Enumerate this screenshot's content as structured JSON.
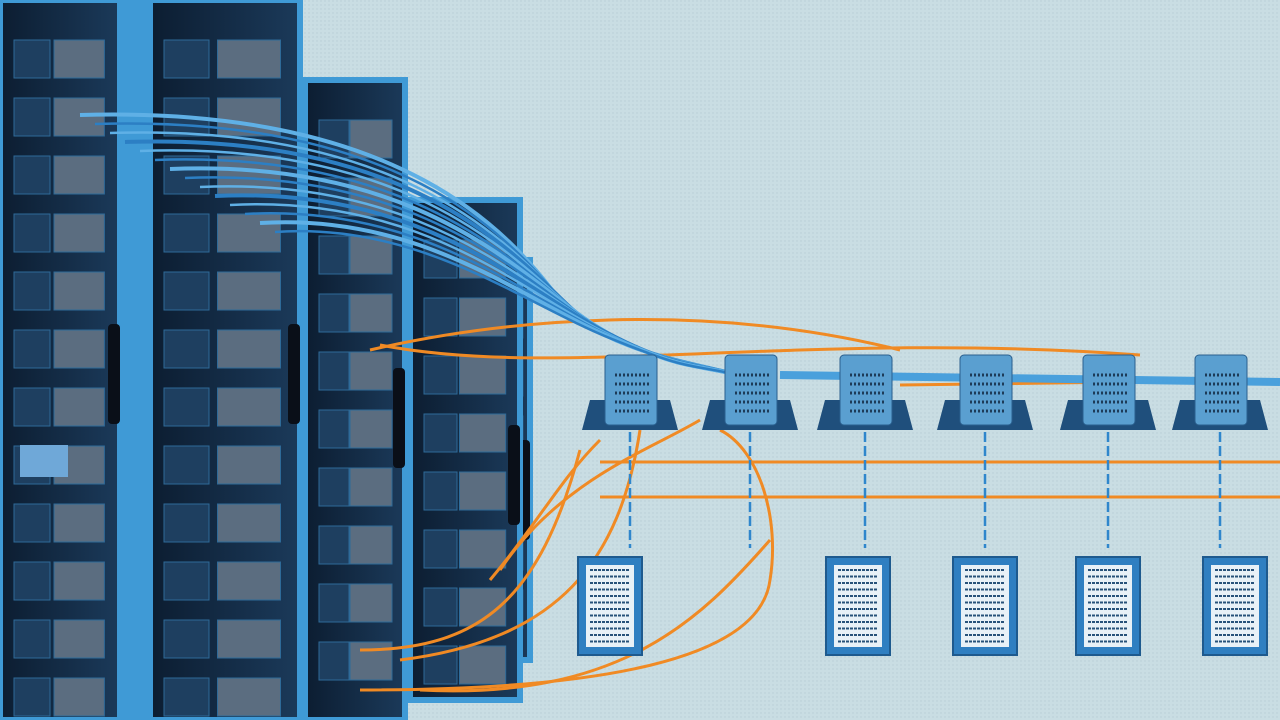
{
  "colors": {
    "background": "#c9dde3",
    "rack_dark": "#0f2238",
    "rack_edge": "#3f9ad6",
    "cable_blue": "#3b8fd0",
    "cable_orange": "#f08a24",
    "switch_body": "#5a9fd0",
    "server_box": "#2f7fc1"
  },
  "scene": {
    "rack_count": 4,
    "switch_count": 6,
    "server_count": 5
  }
}
